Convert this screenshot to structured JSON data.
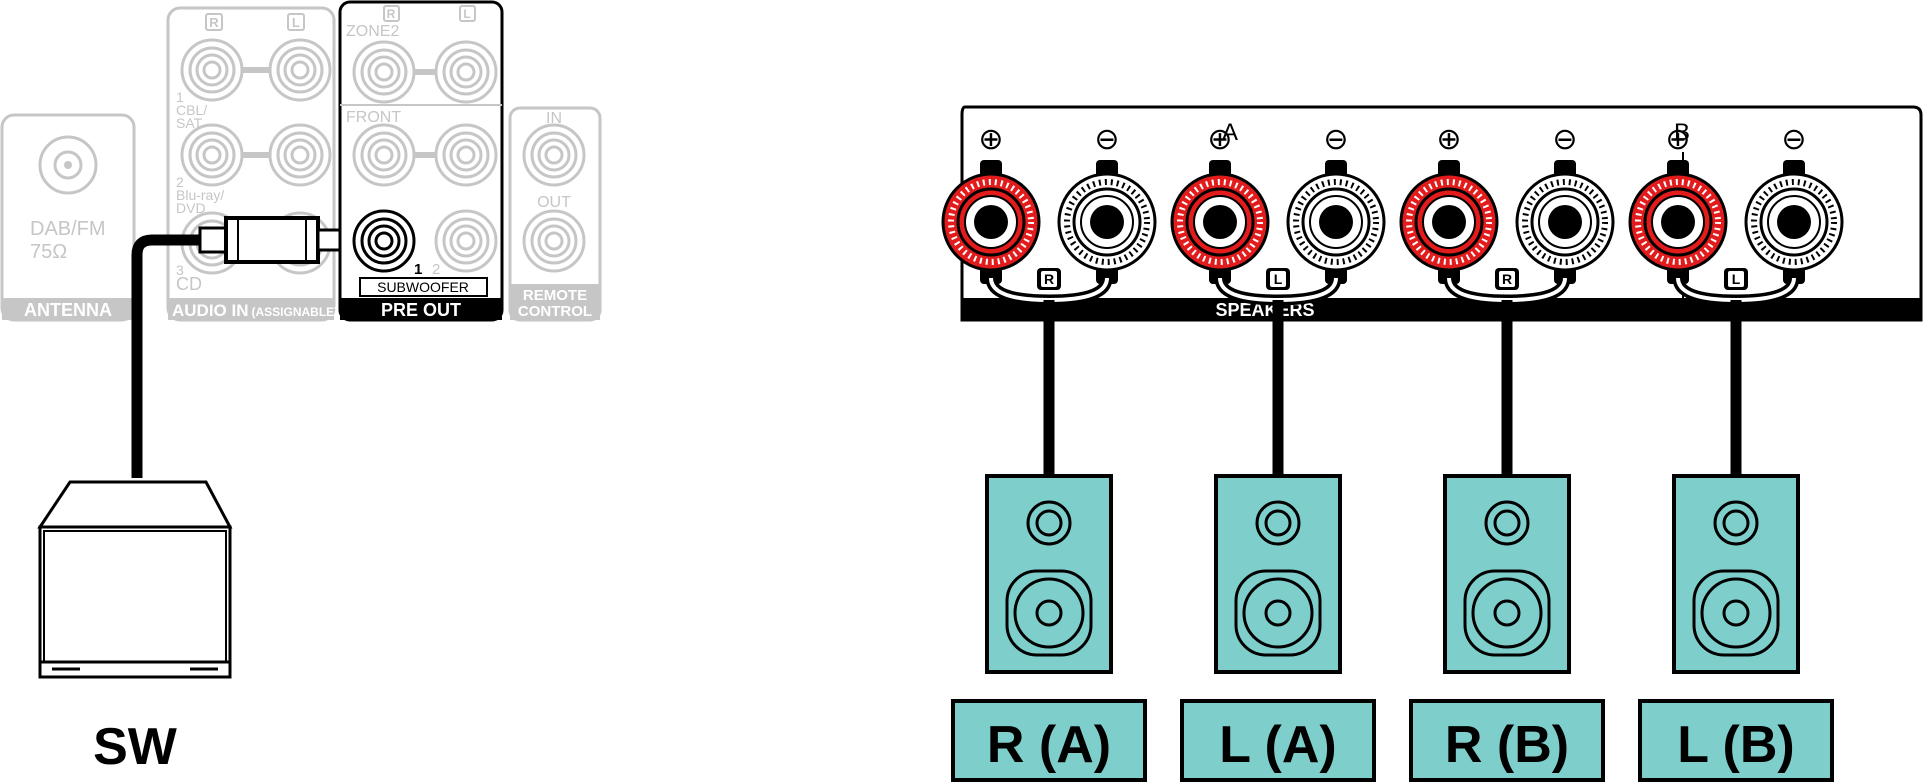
{
  "colors": {
    "speaker_fill": "#7ecfcc",
    "terminal_red": "#e21c1c",
    "faded": "#c6c6c6",
    "black": "#000000"
  },
  "antenna": {
    "jack_label_1": "DAB/FM",
    "jack_label_2": "75Ω",
    "footer": "ANTENNA"
  },
  "audio_in": {
    "top_r": "R",
    "top_l": "L",
    "input_1_num": "1",
    "input_1_a": "CBL/",
    "input_1_b": "SAT",
    "input_2_num": "2",
    "input_2_a": "Blu-ray/",
    "input_2_b": "DVD",
    "input_3_num": "3",
    "input_3_a": "CD",
    "footer_main": "AUDIO IN",
    "footer_sub": "(ASSIGNABLE)"
  },
  "pre_out": {
    "top_r": "R",
    "top_l": "L",
    "zone2": "ZONE2",
    "front": "FRONT",
    "sub_num_1": "1",
    "sub_num_2": "2",
    "subwoofer": "SUBWOOFER",
    "footer": "PRE OUT"
  },
  "remote": {
    "in": "IN",
    "out": "OUT",
    "footer_1": "REMOTE",
    "footer_2": "CONTROL"
  },
  "speakers_panel": {
    "group_a": "A",
    "group_b": "B",
    "footer": "SPEAKERS",
    "plus": "⊕",
    "minus": "⊖",
    "channel_tags": [
      "R",
      "L",
      "R",
      "L"
    ]
  },
  "subwoofer_label": "SW",
  "speaker_labels": [
    "R (A)",
    "L (A)",
    "R (B)",
    "L (B)"
  ]
}
